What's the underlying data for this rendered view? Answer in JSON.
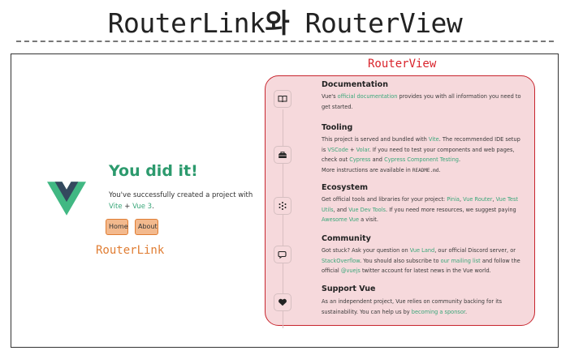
{
  "slide": {
    "title_a": "RouterLink",
    "title_b": "와",
    "title_c": " RouterView",
    "router_view_label": "RouterView",
    "router_link_label": "RouterLink"
  },
  "colors": {
    "vue_green": "#3aa77a",
    "orange": "#e07d33",
    "red": "#c8262e",
    "panel_bg": "#f6d9dc"
  },
  "hero": {
    "heading": "You did it!",
    "text_1": "You've successfully created a project with",
    "link_vite": "Vite",
    "plus": " + ",
    "link_vue": "Vue 3",
    "end": "."
  },
  "nav": {
    "home": "Home",
    "about": "About"
  },
  "sections": {
    "documentation": {
      "icon": "book-icon",
      "title": "Documentation",
      "t1": "Vue's ",
      "l1": "official documentation",
      "t2": " provides you with all information you need to get started."
    },
    "tooling": {
      "icon": "toolbox-icon",
      "title": "Tooling",
      "t1": "This project is served and bundled with ",
      "l1": "Vite",
      "t2": ". The recommended IDE setup is ",
      "l2": "VSCode",
      "t3": " + ",
      "l3": "Volar",
      "t4": ". If you need to test your components and web pages, check out ",
      "l4": "Cypress",
      "t5": " and ",
      "l5": "Cypress Component Testing",
      "t6": ".",
      "t7": "More instructions are available in ",
      "code": "README.md",
      "t8": "."
    },
    "ecosystem": {
      "icon": "ecosystem-icon",
      "title": "Ecosystem",
      "t1": "Get official tools and libraries for your project: ",
      "l1": "Pinia",
      "t2": ", ",
      "l2": "Vue Router",
      "t3": ", ",
      "l3": "Vue Test Utils",
      "t4": ", and ",
      "l4": "Vue Dev Tools",
      "t5": ". If you need more resources, we suggest paying ",
      "l5": "Awesome Vue",
      "t6": " a visit."
    },
    "community": {
      "icon": "chat-icon",
      "title": "Community",
      "t1": "Got stuck? Ask your question on ",
      "l1": "Vue Land",
      "t2": ", our official Discord server, or ",
      "l2": "StackOverflow",
      "t3": ". You should also subscribe to ",
      "l3": "our mailing list",
      "t4": " and follow the official ",
      "l4": "@vuejs",
      "t5": " twitter account for latest news in the Vue world."
    },
    "support": {
      "icon": "heart-icon",
      "title": "Support Vue",
      "t1": "As an independent project, Vue relies on community backing for its sustainability. You can help us by ",
      "l1": "becoming a sponsor",
      "t2": "."
    }
  }
}
